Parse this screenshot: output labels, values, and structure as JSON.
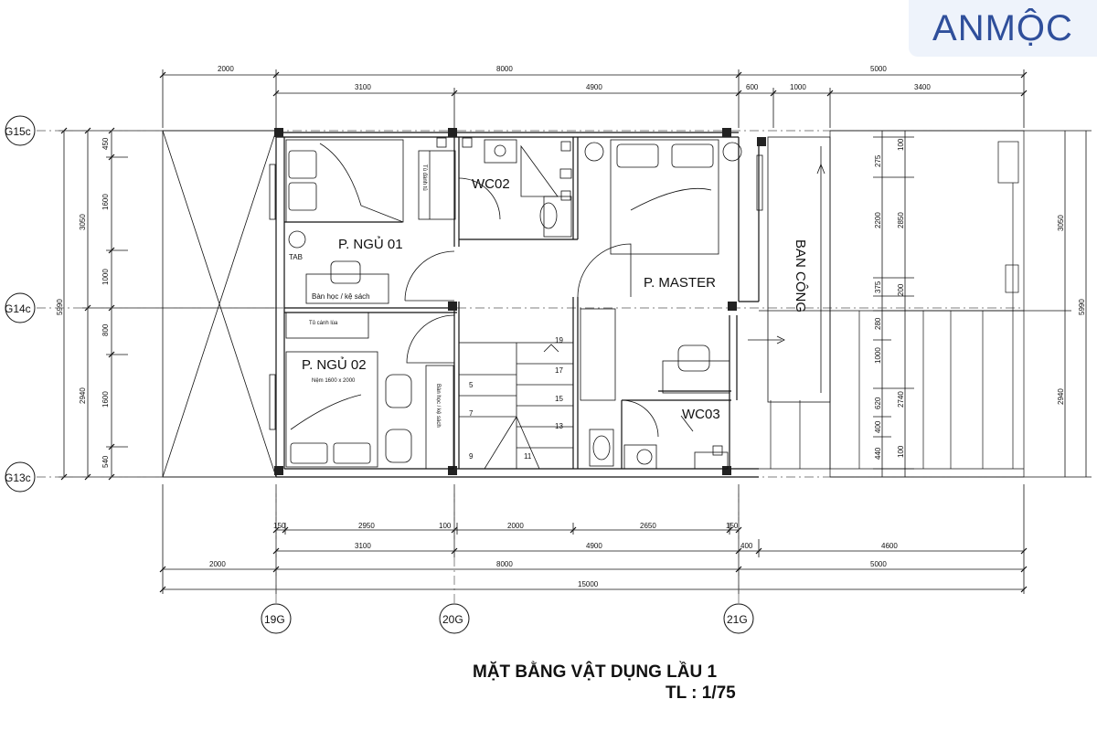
{
  "brand": {
    "logo_text": "ANMỘC",
    "color": "#2f4f9b"
  },
  "drawing": {
    "title": "MẶT BẰNG VẬT DỤNG LẦU 1",
    "scale": "TL : 1/75"
  },
  "rooms": {
    "bedroom1": "P. NGỦ 01",
    "bedroom2": "P. NGỦ 02",
    "bedroom2_bed": "Nệm 1600 x 2000",
    "master": "P. MASTER",
    "wc02": "WC02",
    "wc03": "WC03",
    "balcony": "BAN CÔNG",
    "tab": "TAB",
    "desk1": "Bàn học / kệ sách",
    "desk2": "Bàn học / kệ sách",
    "wardrobe1": "Tủ đánh tủ",
    "wardrobe2": "Tủ cánh lùa"
  },
  "stairs": [
    "5",
    "7",
    "9",
    "11",
    "13",
    "15",
    "17",
    "19"
  ],
  "grid_axes": {
    "g15": "G15c",
    "g14": "G14c",
    "g13": "G13c",
    "a19": "19G",
    "a20": "20G",
    "a21": "21G"
  },
  "dims": {
    "top_outer": [
      "2000",
      "8000",
      "5000"
    ],
    "top_inner": [
      "3100",
      "4900",
      "600",
      "1000",
      "3400"
    ],
    "bottom_1": [
      "150",
      "2950",
      "100",
      "2000",
      "2650",
      "150"
    ],
    "bottom_2": [
      "3100",
      "4900",
      "400",
      "4600"
    ],
    "bottom_3": [
      "2000",
      "8000",
      "5000"
    ],
    "bottom_total": "15000",
    "left_outer": [
      "3050",
      "2940"
    ],
    "left_mid": "5990",
    "left_inner": [
      "450",
      "1600",
      "1000",
      "800",
      "1600",
      "540"
    ],
    "right_outer": [
      "3050",
      "2940"
    ],
    "right_mid": "5990",
    "right_a": [
      "275",
      "2200",
      "375",
      "280",
      "1000",
      "620",
      "400",
      "440"
    ],
    "right_b": [
      "100",
      "2850",
      "200",
      "2740",
      "100"
    ]
  }
}
